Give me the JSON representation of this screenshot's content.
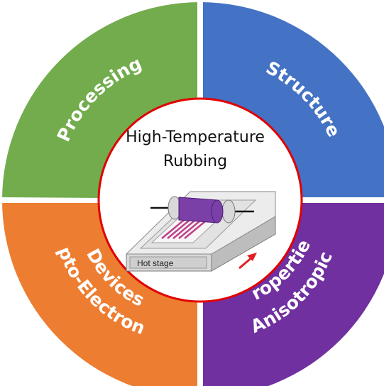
{
  "center": {
    "title_line1": "High-Temperature",
    "title_line2": "Rubbing",
    "stage_label": "Hot stage"
  },
  "quadrants": [
    {
      "id": "processing",
      "label": "Processing",
      "color": "#72AC4C"
    },
    {
      "id": "structure",
      "label": "Structure",
      "color": "#4472C4"
    },
    {
      "id": "opto",
      "label_line1": "Opto-Electronic",
      "label_line2": "Devices",
      "color": "#ED7D31"
    },
    {
      "id": "anisotropic",
      "label_line1": "Anisotropic",
      "label_line2": "properties",
      "color": "#7030A0"
    }
  ],
  "colors": {
    "ring_border": "#E00000",
    "arrow": "#E02020",
    "roller": "#7B3FA8",
    "film_stripes": "#C0408A"
  },
  "icons": [
    "rubbing-machine-icon",
    "direction-arrow-icon"
  ]
}
